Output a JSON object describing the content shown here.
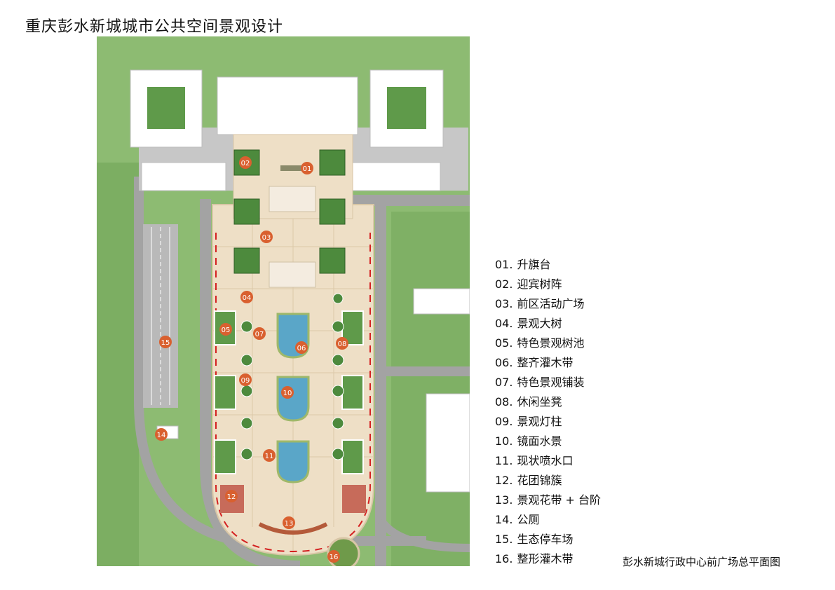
{
  "title": "重庆彭水新城城市公共空间景观设计",
  "caption": "彭水新城行政中心前广场总平面图",
  "colors": {
    "lawn": "#8dbb72",
    "lawn_dark": "#5f9a4a",
    "road": "#a3a3a3",
    "plaza": "#eedfc6",
    "building": "#ffffff",
    "water": "#5aa6c8",
    "marker": "#d9602f",
    "red_line": "#d42020"
  },
  "legend": [
    {
      "num": "01.",
      "label": "升旗台"
    },
    {
      "num": "02.",
      "label": "迎宾树阵"
    },
    {
      "num": "03.",
      "label": "前区活动广场"
    },
    {
      "num": "04.",
      "label": "景观大树"
    },
    {
      "num": "05.",
      "label": "特色景观树池"
    },
    {
      "num": "06.",
      "label": "整齐灌木带"
    },
    {
      "num": "07.",
      "label": "特色景观铺装"
    },
    {
      "num": "08.",
      "label": "休闲坐凳"
    },
    {
      "num": "09.",
      "label": "景观灯柱"
    },
    {
      "num": "10.",
      "label": "镜面水景"
    },
    {
      "num": "11.",
      "label": "现状喷水口"
    },
    {
      "num": "12.",
      "label": "花团锦簇"
    },
    {
      "num": "13.",
      "label": "景观花带 + 台阶"
    },
    {
      "num": "14.",
      "label": "公厕"
    },
    {
      "num": "15.",
      "label": "生态停车场"
    },
    {
      "num": "16.",
      "label": "整形灌木带"
    }
  ],
  "markers": [
    "02",
    "01",
    "03",
    "04",
    "05",
    "07",
    "06",
    "08",
    "15",
    "09",
    "10",
    "14",
    "11",
    "12",
    "13",
    "16"
  ]
}
